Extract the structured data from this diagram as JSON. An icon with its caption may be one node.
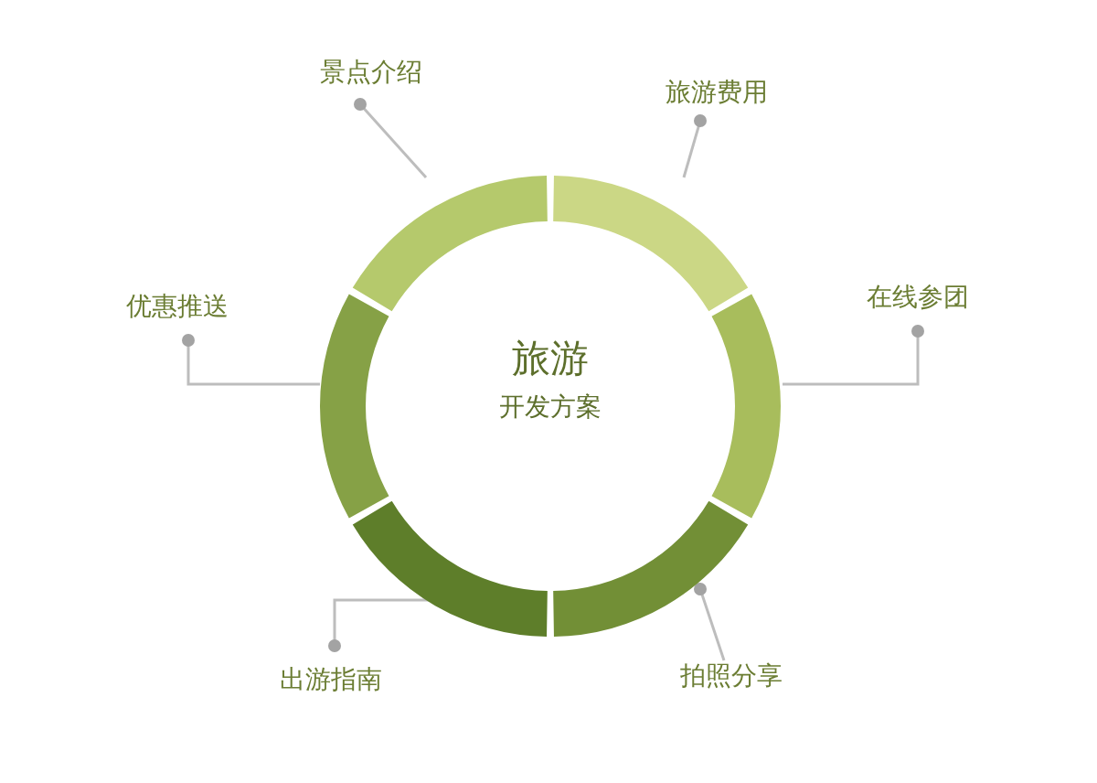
{
  "diagram": {
    "nodes": [
      {
        "text": [
          "旅游",
          "开发方案"
        ]
      },
      {
        "text": [],
        "shape": "arc"
      },
      {
        "text": [],
        "shape": "arc"
      },
      {
        "text": [],
        "shape": "arc"
      },
      {
        "text": [],
        "shape": "arc"
      },
      {
        "text": [],
        "shape": "arc"
      },
      {
        "text": [],
        "shape": "arc"
      },
      {
        "text": [
          "景点介绍"
        ]
      },
      {
        "text": [
          "旅游费用"
        ]
      },
      {
        "text": [
          "在线参团"
        ]
      },
      {
        "text": [
          "优惠推送"
        ]
      },
      {
        "text": [
          "出游指南"
        ]
      },
      {
        "text": [
          "拍照分享"
        ]
      }
    ],
    "edges": [
      {
        "from": 7,
        "to": 1,
        "arrow": "other"
      },
      {
        "from": 8,
        "to": 2,
        "arrow": "other"
      },
      {
        "from": 9,
        "to": 4,
        "arrow": "other"
      },
      {
        "from": 10,
        "to": 3,
        "arrow": "other"
      },
      {
        "from": 11,
        "to": 5,
        "arrow": "other"
      },
      {
        "from": 6,
        "to": 12,
        "arrow": "other"
      }
    ]
  }
}
